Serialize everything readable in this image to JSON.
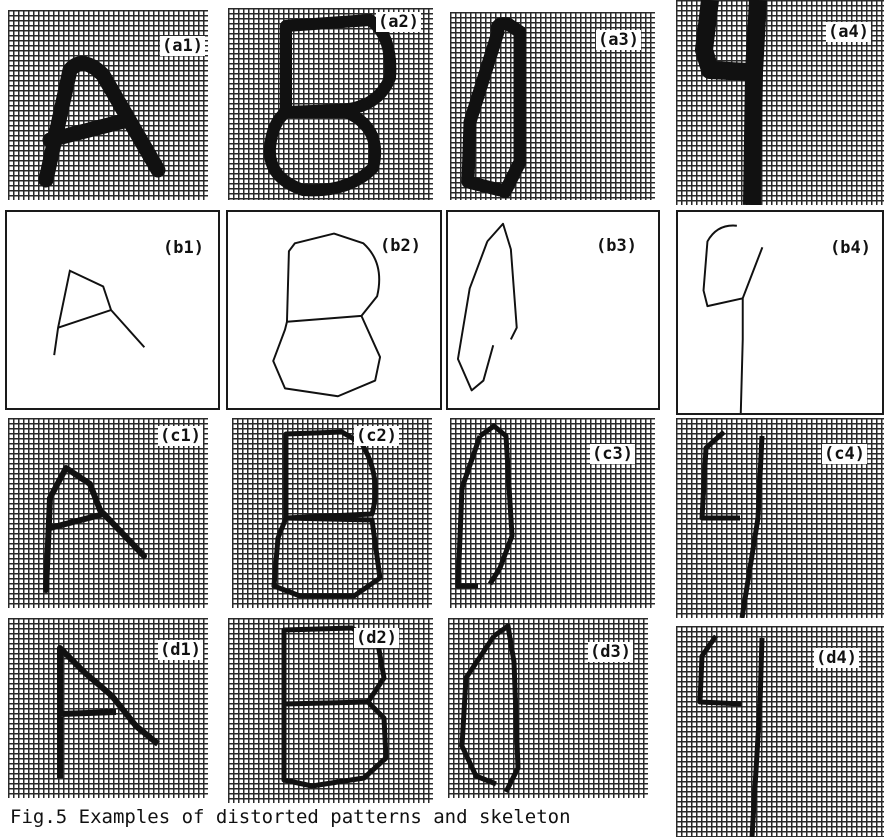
{
  "figure": {
    "caption": "Fig.5 Examples of distorted patterns and skeleton",
    "labels": {
      "a1": "(a1)",
      "a2": "(a2)",
      "a3": "(a3)",
      "a4": "(a4)",
      "b1": "(b1)",
      "b2": "(b2)",
      "b3": "(b3)",
      "b4": "(b4)",
      "c1": "(c1)",
      "c2": "(c2)",
      "c3": "(c3)",
      "c4": "(c4)",
      "d1": "(d1)",
      "d2": "(d2)",
      "d3": "(d3)",
      "d4": "(d4)"
    },
    "colors": {
      "ink": "#111111",
      "grid": "#2a2a2a",
      "paper": "#ffffff"
    }
  }
}
